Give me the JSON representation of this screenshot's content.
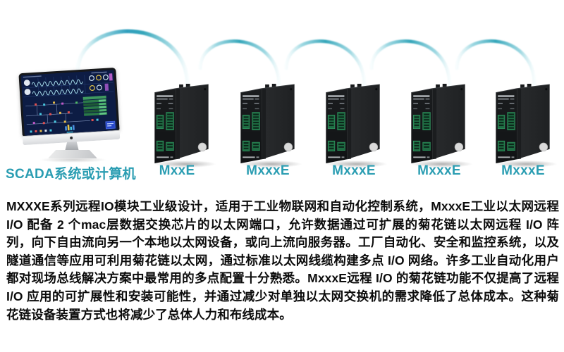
{
  "diagram": {
    "computer": {
      "label": "SCADA系统或计算机"
    },
    "modules": [
      {
        "label": "MxxE"
      },
      {
        "label": "MxxxE"
      },
      {
        "label": "MxxxE"
      },
      {
        "label": "MxxxE"
      },
      {
        "label": "MxxxE"
      }
    ],
    "cable_color": "#35a6ba",
    "label_color": "#2a9db2",
    "module_color": "#1b1d1f",
    "terminal_color": "#2c8a58"
  },
  "paragraph": {
    "text": "MXXXE系列远程IO模块工业级设计，适用于工业物联网和自动化控制系统，MxxxE工业以太网远程 I/O 配备 2 个mac层数据交换芯片的以太网端口，允许数据通过可扩展的菊花链以太网远程 I/O 阵列，向下自由流向另一个本地以太网设备，或向上流向服务器。工厂自动化、安全和监控系统，以及隧道通信等应用可利用菊花链以太网，通过标准以太网线缆构建多点 I/O 网络。许多工业自动化用户都对现场总线解决方案中最常用的多点配置十分熟悉。MxxxE远程 I/O 的菊花链功能不仅提高了远程 I/O 应用的可扩展性和安装可能性，并通过减少对单独以太网交换机的需求降低了总体成本。这种菊花链设备装置方式也将减少了总体人力和布线成本。"
  }
}
